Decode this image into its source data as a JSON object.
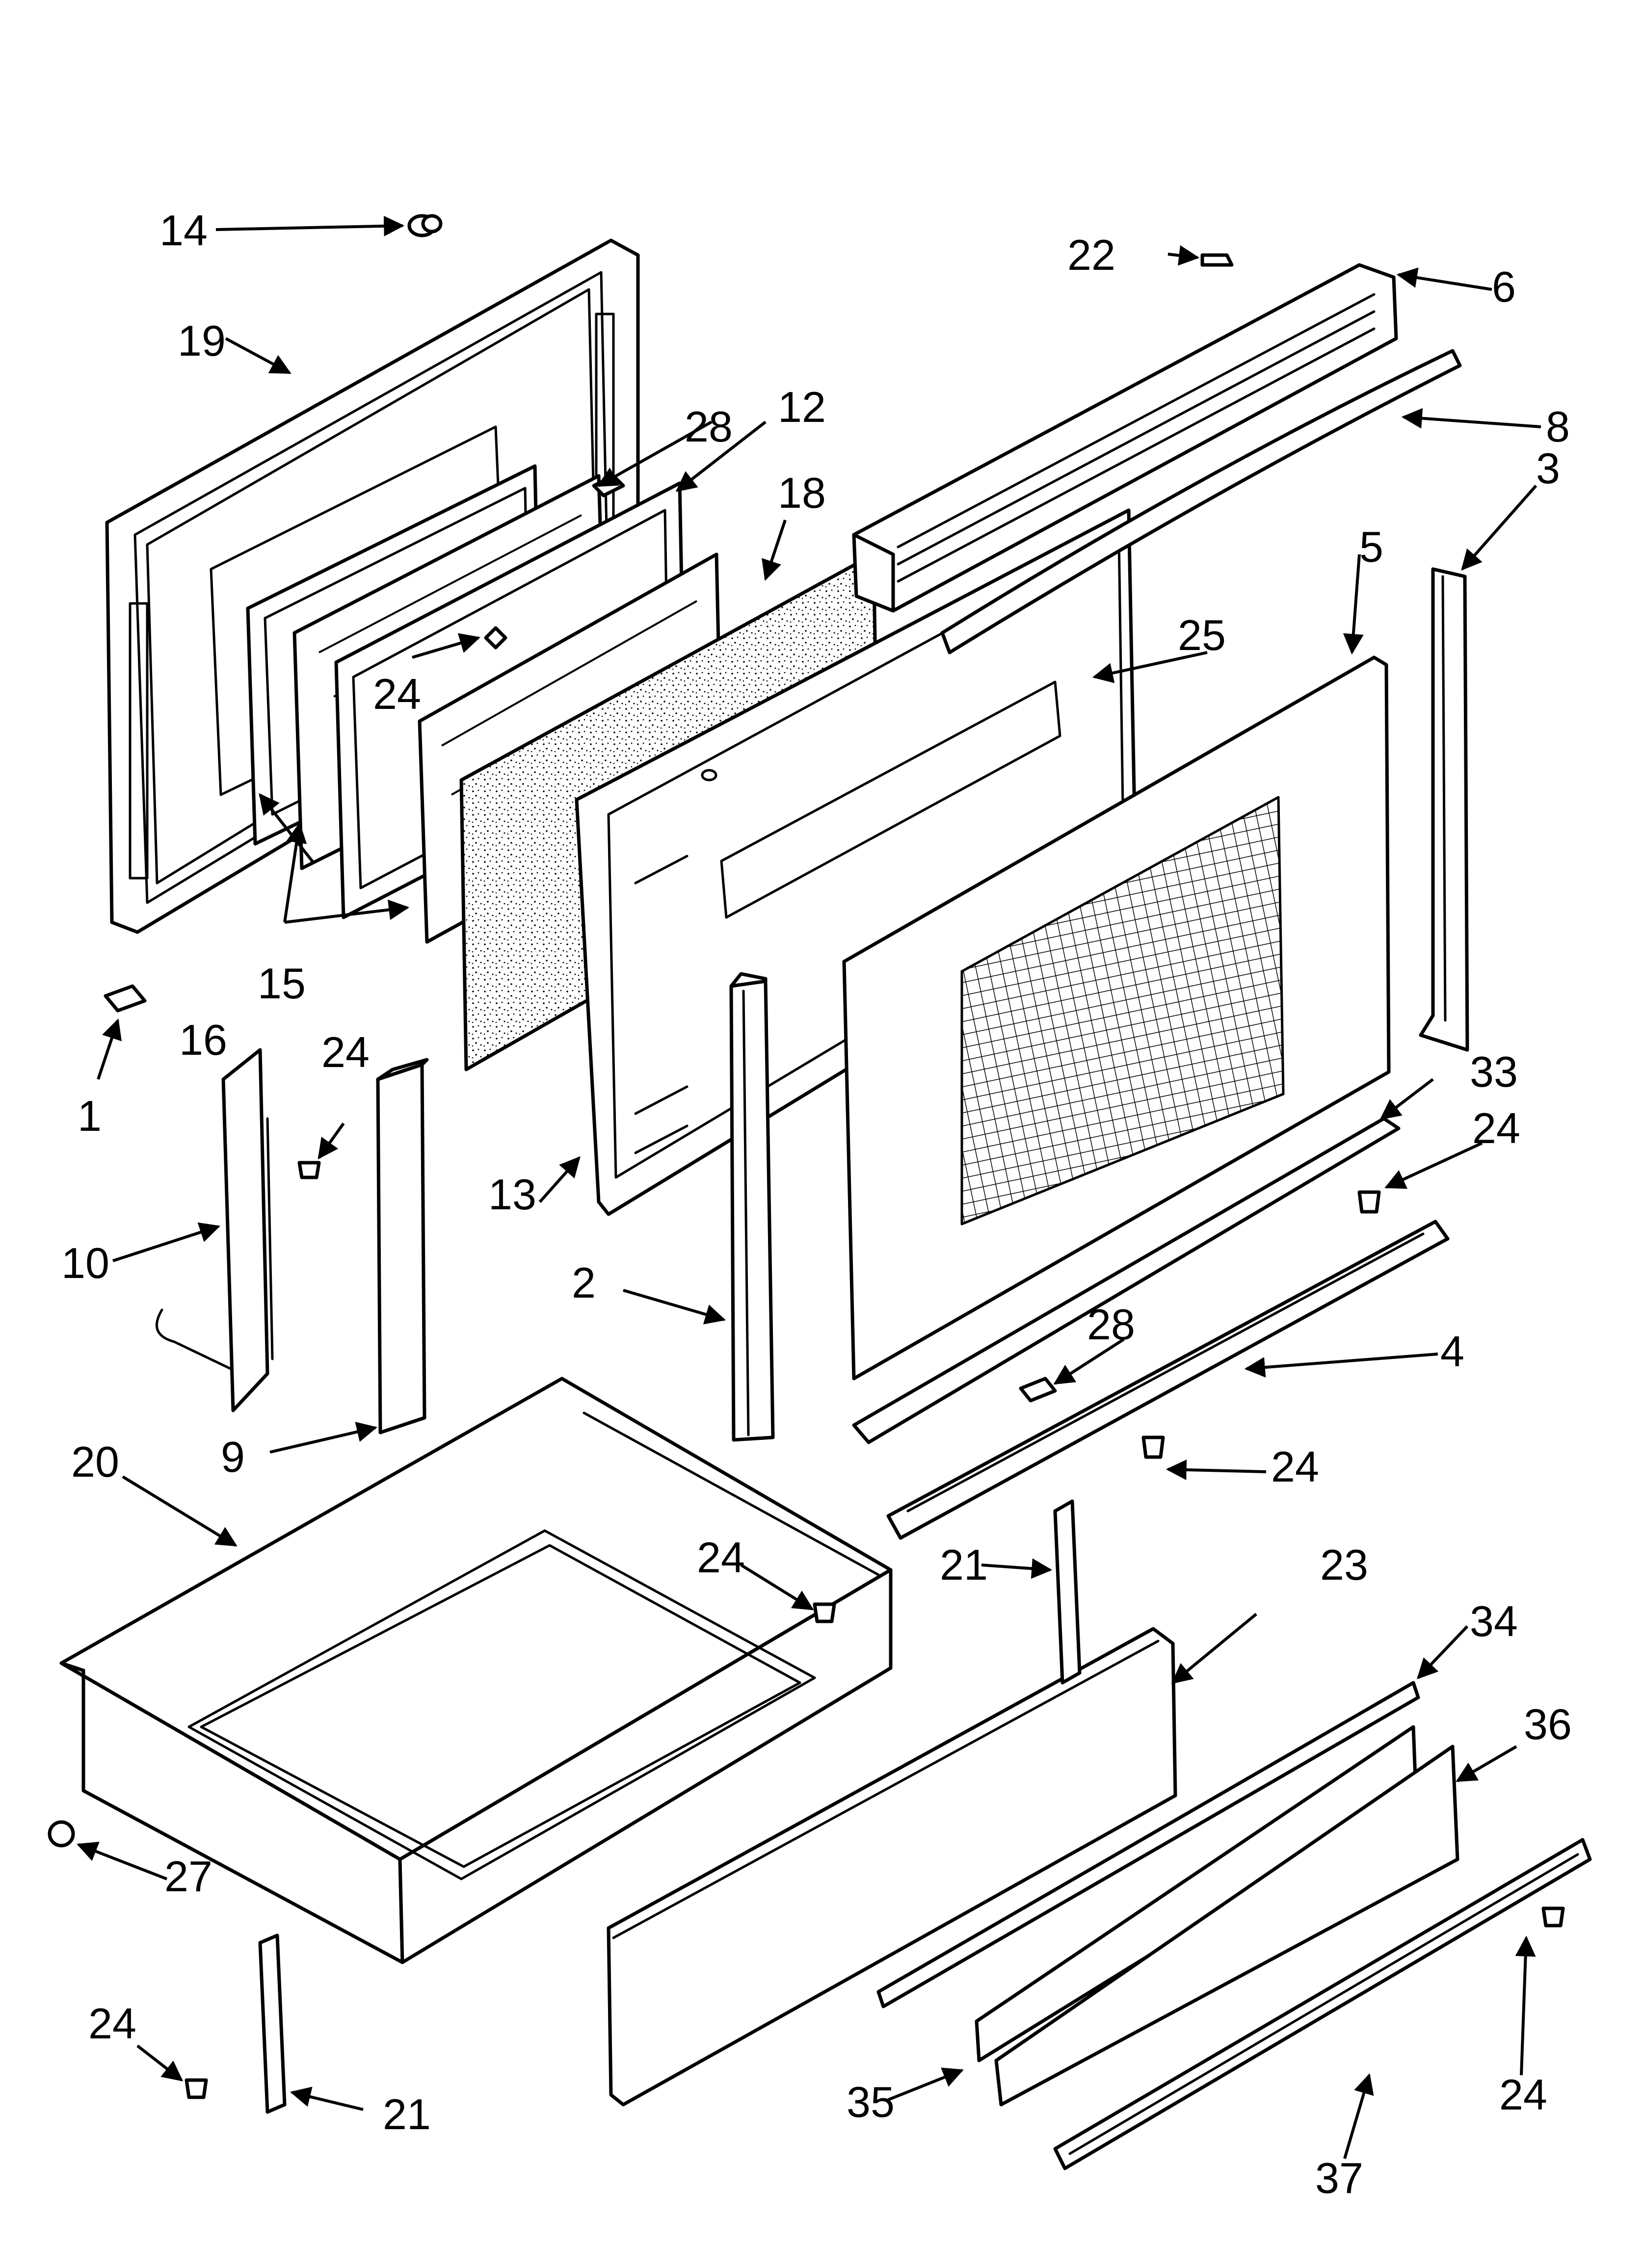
{
  "diagram": {
    "kind": "exploded parts view",
    "callouts": {
      "c1": "1",
      "c2": "2",
      "c3": "3",
      "c4": "4",
      "c5": "5",
      "c6": "6",
      "c8": "8",
      "c9": "9",
      "c10": "10",
      "c12": "12",
      "c13": "13",
      "c14": "14",
      "c15": "15",
      "c16": "16",
      "c18": "18",
      "c19": "19",
      "c20": "20",
      "c21a": "21",
      "c21b": "21",
      "c22": "22",
      "c23": "23",
      "c24a": "24",
      "c24b": "24",
      "c24c": "24",
      "c24d": "24",
      "c24e": "24",
      "c24f": "24",
      "c24g": "24",
      "c25": "25",
      "c27": "27",
      "c28a": "28",
      "c28b": "28",
      "c33": "33",
      "c34": "34",
      "c35": "35",
      "c36": "36",
      "c37": "37"
    }
  }
}
